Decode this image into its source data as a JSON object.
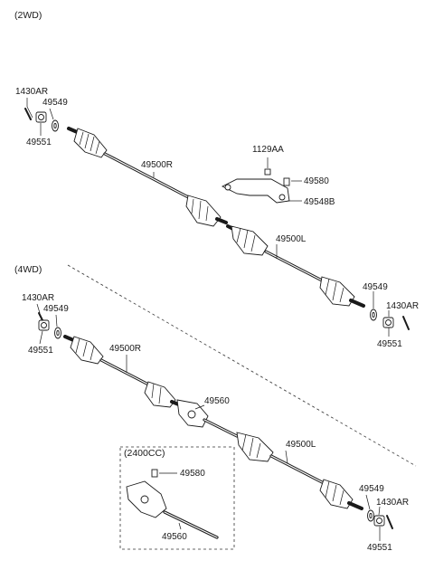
{
  "sections": {
    "two_wd": "(2WD)",
    "four_wd": "(4WD)",
    "engine_2400": "(2400CC)"
  },
  "labels": {
    "a_1430AR": "1430AR",
    "a_49549": "49549",
    "a_49551": "49551",
    "a_1129AA": "1129AA",
    "a_49500R": "49500R",
    "a_49580": "49580",
    "a_49548B": "49548B",
    "a_49500L": "49500L",
    "a_49549_r": "49549",
    "a_1430AR_r": "1430AR",
    "a_49551_r": "49551",
    "b_1430AR": "1430AR",
    "b_49549": "49549",
    "b_49551": "49551",
    "b_49500R": "49500R",
    "b_49560": "49560",
    "b_49500L": "49500L",
    "b_49549_r": "49549",
    "b_1430AR_r": "1430AR",
    "b_49551_r": "49551",
    "c_49580": "49580",
    "c_49560": "49560"
  }
}
